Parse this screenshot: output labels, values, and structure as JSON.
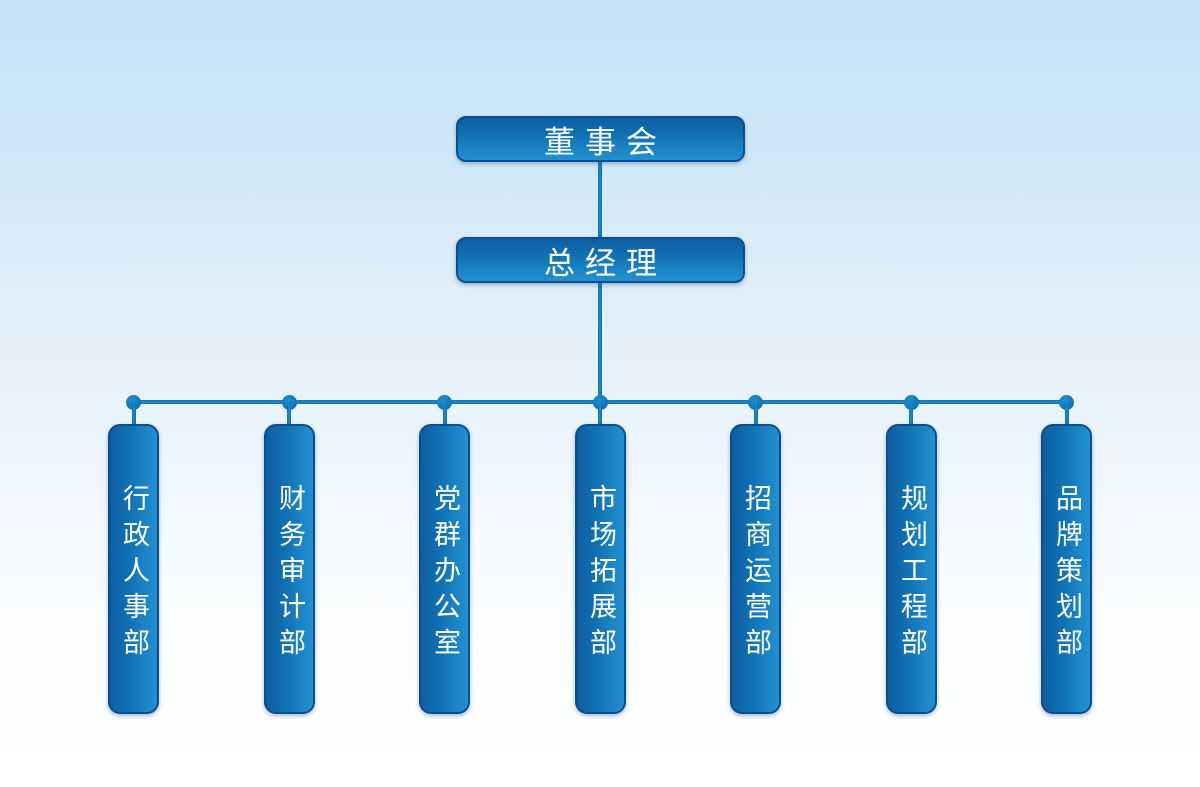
{
  "chart": {
    "type": "org-chart",
    "root": {
      "label": "董事会"
    },
    "manager": {
      "label": "总经理"
    },
    "departments": [
      {
        "label": "行政人事部"
      },
      {
        "label": "财务审计部"
      },
      {
        "label": "党群办公室"
      },
      {
        "label": "市场拓展部"
      },
      {
        "label": "招商运营部"
      },
      {
        "label": "规划工程部"
      },
      {
        "label": "品牌策划部"
      }
    ],
    "colors": {
      "box_gradient_dark": "#0d5ea1",
      "box_gradient_light": "#2190d2",
      "box_border": "#0a4e8e",
      "connector_line": "#137dc0",
      "text": "#ffffff",
      "background_top": "#c3e2f5",
      "background_bottom": "#ffffff"
    }
  }
}
